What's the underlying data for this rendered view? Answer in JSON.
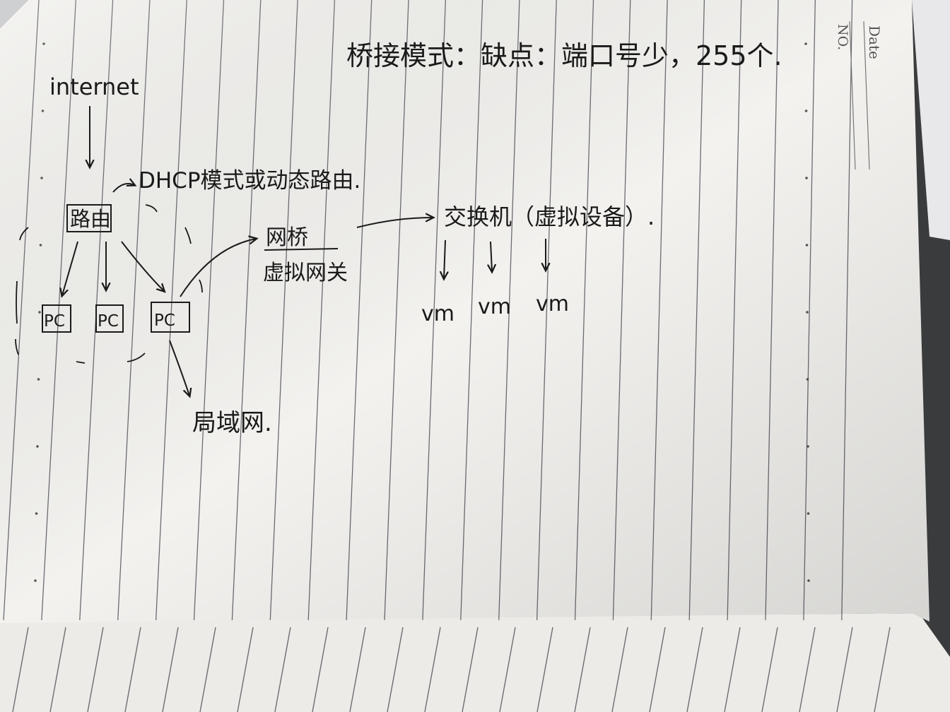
{
  "header": {
    "date_label": "Date",
    "no_label": "NO."
  },
  "notes": {
    "title": "桥接模式：缺点：端口号少，255个.",
    "internet": "internet",
    "router_note": "DHCP模式或动态路由.",
    "router": "路由",
    "pc_labels": [
      "PC",
      "PC",
      "PC"
    ],
    "lan": "局域网.",
    "bridge": "网桥",
    "gateway": "虚拟网关",
    "switch": "交换机（虚拟设备）.",
    "vm_labels": [
      "vm",
      "vm",
      "vm"
    ]
  },
  "colors": {
    "paper": "#f3f2ef",
    "rule_line": "#6d6d73",
    "ink": "#1a1a1a",
    "background": "#3a3b3d"
  }
}
